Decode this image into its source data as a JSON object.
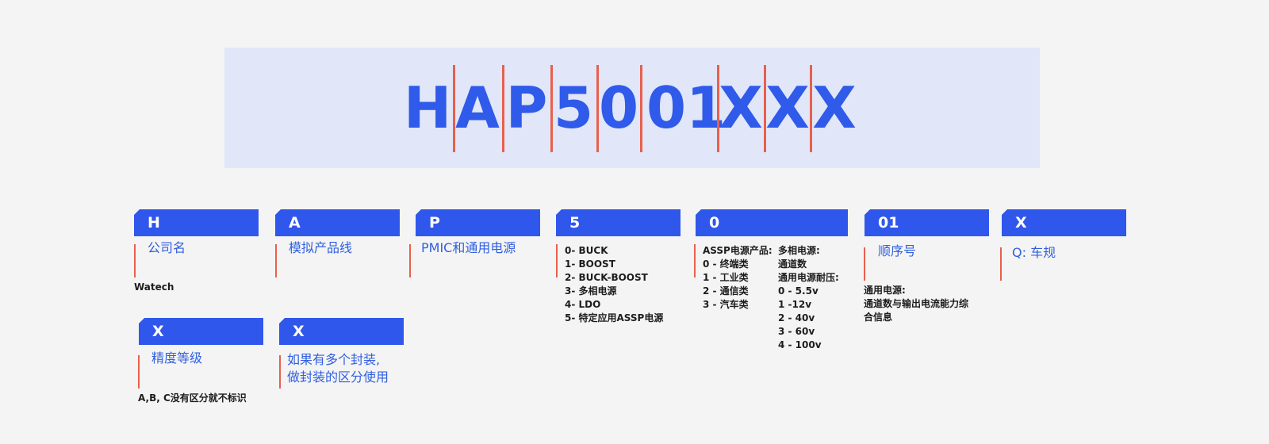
{
  "part_number": {
    "characters": [
      "H",
      "A",
      "P",
      "5",
      "0",
      "01",
      "X",
      "X",
      "X"
    ]
  },
  "segments": [
    {
      "code": "H",
      "title": "公司名",
      "details": [
        "Watech"
      ]
    },
    {
      "code": "A",
      "title": "模拟产品线",
      "details": []
    },
    {
      "code": "P",
      "title": "PMIC和通用电源",
      "details": []
    },
    {
      "code": "5",
      "title": "",
      "details": [
        "0- BUCK",
        "1- BOOST",
        "2- BUCK-BOOST",
        "3- 多相电源",
        "4- LDO",
        "5- 特定应用ASSP电源"
      ]
    },
    {
      "code": "0",
      "title": "",
      "details_left": [
        "ASSP电源产品:",
        "0 - 终端类",
        "1 - 工业类",
        "2 - 通信类",
        "3 - 汽车类"
      ],
      "details_right": [
        "多相电源:",
        "通道数",
        "通用电源耐压:",
        "0 - 5.5v",
        "1 -12v",
        "2 - 40v",
        "3 - 60v",
        "4 - 100v"
      ]
    },
    {
      "code": "01",
      "title": "顺序号",
      "details": [
        "通用电源:",
        "通道数与输出电流能力综",
        "合信息"
      ]
    },
    {
      "code": "X",
      "title": "Q: 车规",
      "details": []
    },
    {
      "code": "X",
      "title": "精度等级",
      "details": [
        "A,B, C没有区分就不标识"
      ]
    },
    {
      "code": "X",
      "title_lines": [
        "如果有多个封装,",
        "做封装的区分使用"
      ],
      "details": []
    }
  ],
  "colors": {
    "background": "#f4f4f4",
    "banner": "#e1e6f8",
    "accent_blue": "#3057ec",
    "text_blue": "#3160e0",
    "divider_red": "#e8604c"
  }
}
